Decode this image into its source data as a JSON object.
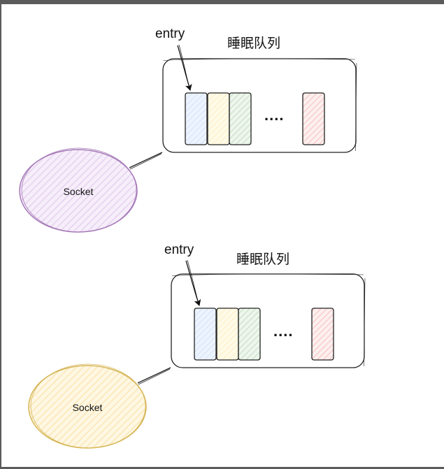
{
  "diagrams": [
    {
      "entry_label": "entry",
      "queue_label": "睡眠队列",
      "ellipsis": "....",
      "socket_label": "Socket",
      "socket_fill": "#e6d2ee",
      "socket_stroke": "#a67ab8"
    },
    {
      "entry_label": "entry",
      "queue_label": "睡眠队列",
      "ellipsis": "....",
      "socket_label": "Socket",
      "socket_fill": "#fbe7b5",
      "socket_stroke": "#d6b656"
    }
  ],
  "entry_colors": {
    "blue": "#dae8fc",
    "yellow": "#fff2cc",
    "green": "#d5e8d4",
    "red": "#f8cecc"
  }
}
